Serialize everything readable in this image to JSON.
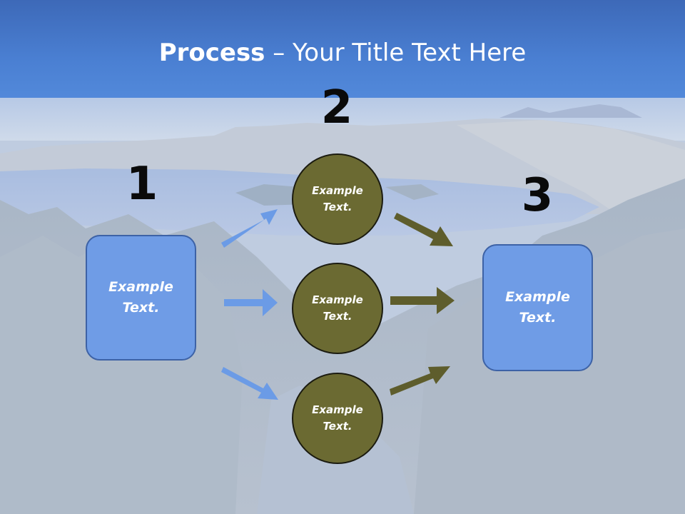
{
  "title": {
    "bold": "Process",
    "rest": " – Your Title Text Here"
  },
  "steps": {
    "one": "1",
    "two": "2",
    "three": "3"
  },
  "left_box": {
    "line1": "Example",
    "line2": "Text."
  },
  "right_box": {
    "line1": "Example",
    "line2": "Text."
  },
  "circles": [
    {
      "line1": "Example",
      "line2": "Text."
    },
    {
      "line1": "Example",
      "line2": "Text."
    },
    {
      "line1": "Example",
      "line2": "Text."
    }
  ],
  "colors": {
    "header": "#4a7fd2",
    "box_fill": "#6f9ce6",
    "circle_fill": "#6b6a32",
    "blue_arrow": "#6b9be6",
    "olive_arrow": "#5e5d2c"
  }
}
